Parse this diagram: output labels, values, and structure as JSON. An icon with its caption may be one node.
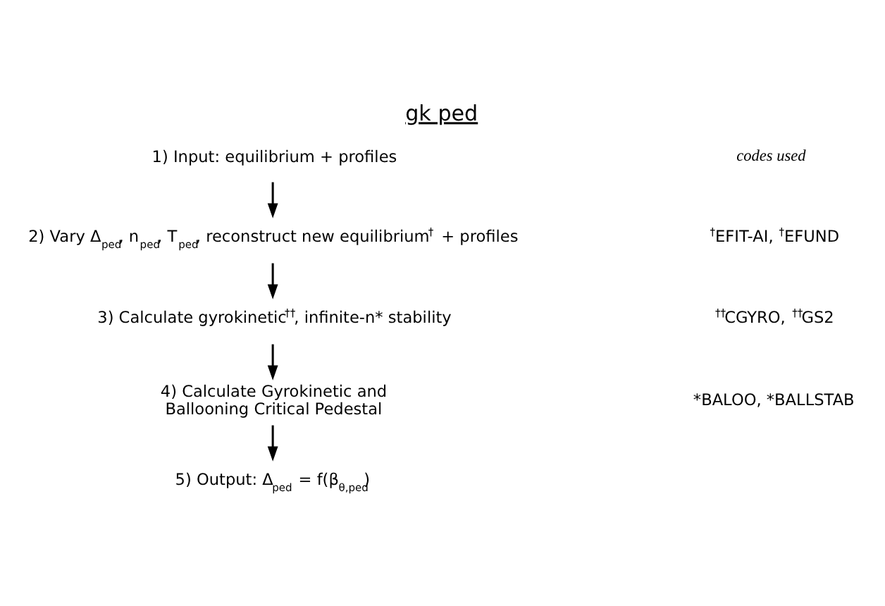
{
  "diagram": {
    "title": "gk ped",
    "nodes": [
      {
        "text": [
          "1) Input: equilibrium + profiles"
        ]
      },
      {
        "text": [
          "2) Vary Δ$_{ped}$, n$_{ped}$, T$_{ped}$, reconstruct new equilibrium$^{†}$ + profiles"
        ]
      },
      {
        "text": [
          "3) Calculate gyrokinetic$^{††}$, infinite-n* stability"
        ]
      },
      {
        "text": [
          "4) Calculate Gyrokinetic and Ballooning Critical Pedestal"
        ]
      },
      {
        "text": [
          "5) Output: Δ$_{ped}$ = f(β$_{θ,ped}$)"
        ]
      }
    ],
    "edges": [
      {
        "from": 0,
        "to": 1,
        "arrow": "to"
      },
      {
        "from": 1,
        "to": 2,
        "arrow": "to"
      },
      {
        "from": 2,
        "to": 3,
        "arrow": "to"
      },
      {
        "from": 3,
        "to": 4,
        "arrow": "to"
      }
    ],
    "labels": [
      "codes used",
      "$^{†}$EFIT-AI, $^{†}$EFUND",
      "$^{††}$CGYRO, $^{††}$GS2",
      "*BALOO, *BALLSTAB"
    ]
  }
}
